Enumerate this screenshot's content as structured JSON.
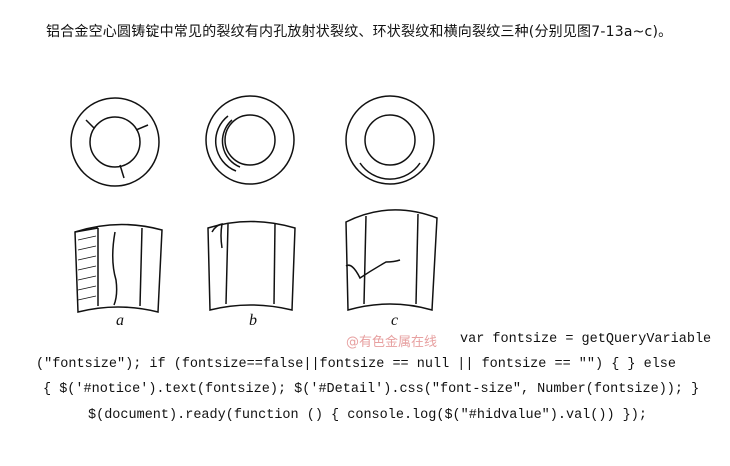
{
  "paragraph": "铝合金空心圆铸锭中常见的裂纹有内孔放射状裂纹、环状裂纹和横向裂纹三种(分别见图7-13a~c)。",
  "figure": {
    "labels": [
      "a",
      "b",
      "c"
    ],
    "watermark": "@有色金属在线"
  },
  "code_lines": [
    "var fontsize = getQueryVariable",
    "(\"fontsize\"); if (fontsize==false||fontsize == null || fontsize == \"\") { } else",
    "{ $('#notice').text(fontsize); $('#Detail').css(\"font-size\", Number(fontsize)); }",
    "$(document).ready(function () { console.log($(\"#hidvalue\").val()) });"
  ]
}
